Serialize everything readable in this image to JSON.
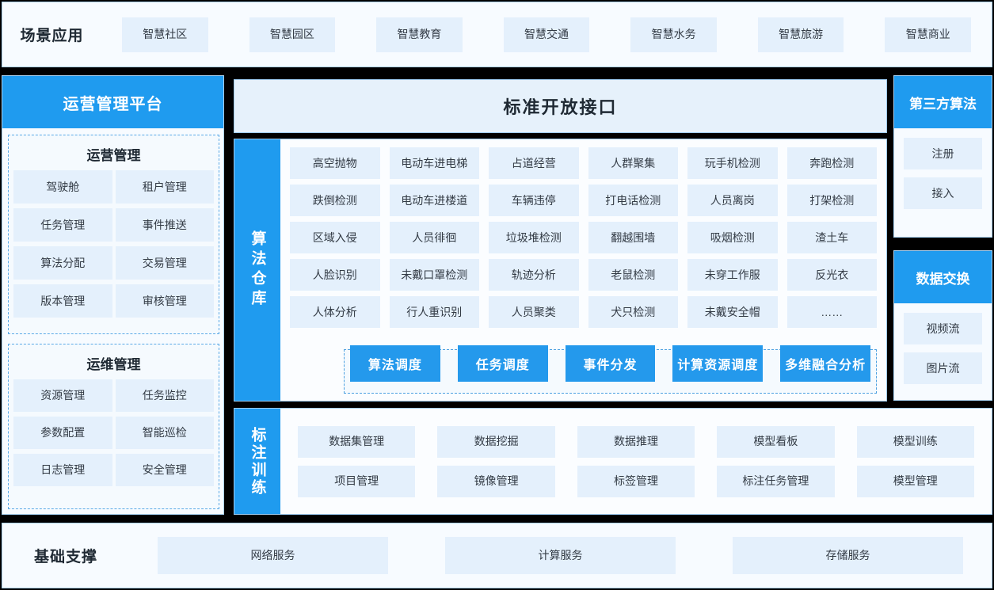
{
  "scene": {
    "title": "场景应用",
    "items": [
      {
        "label": "智慧社区"
      },
      {
        "label": "智慧园区"
      },
      {
        "label": "智慧教育"
      },
      {
        "label": "智慧交通"
      },
      {
        "label": "智慧水务"
      },
      {
        "label": "智慧旅游"
      },
      {
        "label": "智慧商业"
      }
    ]
  },
  "ops_platform": {
    "title": "运营管理平台",
    "groups": [
      {
        "title": "运营管理",
        "items": [
          {
            "label": "驾驶舱"
          },
          {
            "label": "租户管理"
          },
          {
            "label": "任务管理"
          },
          {
            "label": "事件推送"
          },
          {
            "label": "算法分配"
          },
          {
            "label": "交易管理"
          },
          {
            "label": "版本管理"
          },
          {
            "label": "审核管理"
          }
        ]
      },
      {
        "title": "运维管理",
        "items": [
          {
            "label": "资源管理"
          },
          {
            "label": "任务监控"
          },
          {
            "label": "参数配置"
          },
          {
            "label": "智能巡检"
          },
          {
            "label": "日志管理"
          },
          {
            "label": "安全管理"
          }
        ]
      }
    ]
  },
  "standard_interface": {
    "title": "标准开放接口"
  },
  "algorithm_warehouse": {
    "side_label": "算法仓库",
    "items": [
      {
        "label": "高空抛物"
      },
      {
        "label": "电动车进电梯"
      },
      {
        "label": "占道经营"
      },
      {
        "label": "人群聚集"
      },
      {
        "label": "玩手机检测"
      },
      {
        "label": "奔跑检测"
      },
      {
        "label": "跌倒检测"
      },
      {
        "label": "电动车进楼道"
      },
      {
        "label": "车辆违停"
      },
      {
        "label": "打电话检测"
      },
      {
        "label": "人员离岗"
      },
      {
        "label": "打架检测"
      },
      {
        "label": "区域入侵"
      },
      {
        "label": "人员徘徊"
      },
      {
        "label": "垃圾堆检测"
      },
      {
        "label": "翻越围墙"
      },
      {
        "label": "吸烟检测"
      },
      {
        "label": "渣土车"
      },
      {
        "label": "人脸识别"
      },
      {
        "label": "未戴口罩检测"
      },
      {
        "label": "轨迹分析"
      },
      {
        "label": "老鼠检测"
      },
      {
        "label": "未穿工作服"
      },
      {
        "label": "反光衣"
      },
      {
        "label": "人体分析"
      },
      {
        "label": "行人重识别"
      },
      {
        "label": "人员聚类"
      },
      {
        "label": "犬只检测"
      },
      {
        "label": "未戴安全帽"
      },
      {
        "label": "……"
      }
    ],
    "scheduling": [
      {
        "label": "算法调度"
      },
      {
        "label": "任务调度"
      },
      {
        "label": "事件分发"
      },
      {
        "label": "计算资源调度"
      },
      {
        "label": "多维融合分析"
      }
    ]
  },
  "annotation_training": {
    "side_label": "标注训练",
    "items": [
      {
        "label": "数据集管理"
      },
      {
        "label": "数据挖掘"
      },
      {
        "label": "数据推理"
      },
      {
        "label": "模型看板"
      },
      {
        "label": "模型训练"
      },
      {
        "label": "项目管理"
      },
      {
        "label": "镜像管理"
      },
      {
        "label": "标签管理"
      },
      {
        "label": "标注任务管理"
      },
      {
        "label": "模型管理"
      }
    ]
  },
  "third_party": {
    "title": "第三方算法",
    "items": [
      {
        "label": "注册"
      },
      {
        "label": "接入"
      }
    ]
  },
  "data_exchange": {
    "title": "数据交换",
    "items": [
      {
        "label": "视频流"
      },
      {
        "label": "图片流"
      }
    ]
  },
  "base_support": {
    "title": "基础支撑",
    "items": [
      {
        "label": "网络服务"
      },
      {
        "label": "计算服务"
      },
      {
        "label": "存储服务"
      }
    ]
  },
  "colors": {
    "accent_blue": "#1f9bef",
    "chip_bg": "#e4f0fc",
    "panel_bg": "#f7fbff",
    "border_blue": "#a9d2f2",
    "gap_black": "#000000"
  }
}
